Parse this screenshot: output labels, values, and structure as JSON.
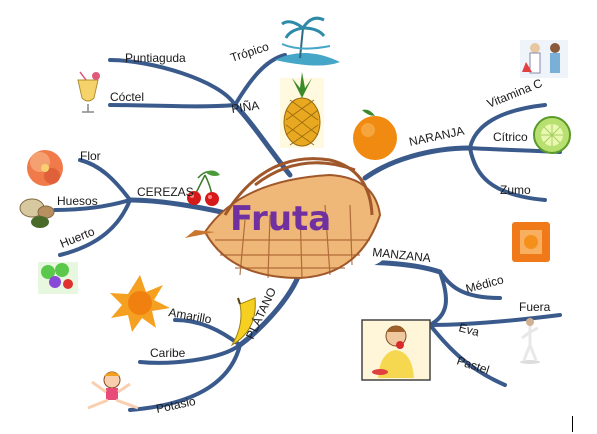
{
  "center": {
    "title": "Fruta"
  },
  "branches": {
    "pina": {
      "label": "PIÑA",
      "children": [
        "Puntiaguda",
        "Trópico",
        "Cóctel"
      ]
    },
    "cerezas": {
      "label": "CEREZAS",
      "children": [
        "Flor",
        "Huesos",
        "Huerto"
      ]
    },
    "naranja": {
      "label": "NARANJA",
      "children": [
        "Vitamina C",
        "Cítrico",
        "Zumo"
      ]
    },
    "manzana": {
      "label": "MANZANA",
      "children": [
        "Médico",
        "Fuera",
        "Eva",
        "Pastel"
      ]
    },
    "platano": {
      "label": "PLÁTANO",
      "children": [
        "Amarillo",
        "Caribe",
        "Potasio"
      ]
    }
  },
  "colors": {
    "branch": "#3a5a8c",
    "title": "#7030a0",
    "basket": "#d98a3a"
  }
}
